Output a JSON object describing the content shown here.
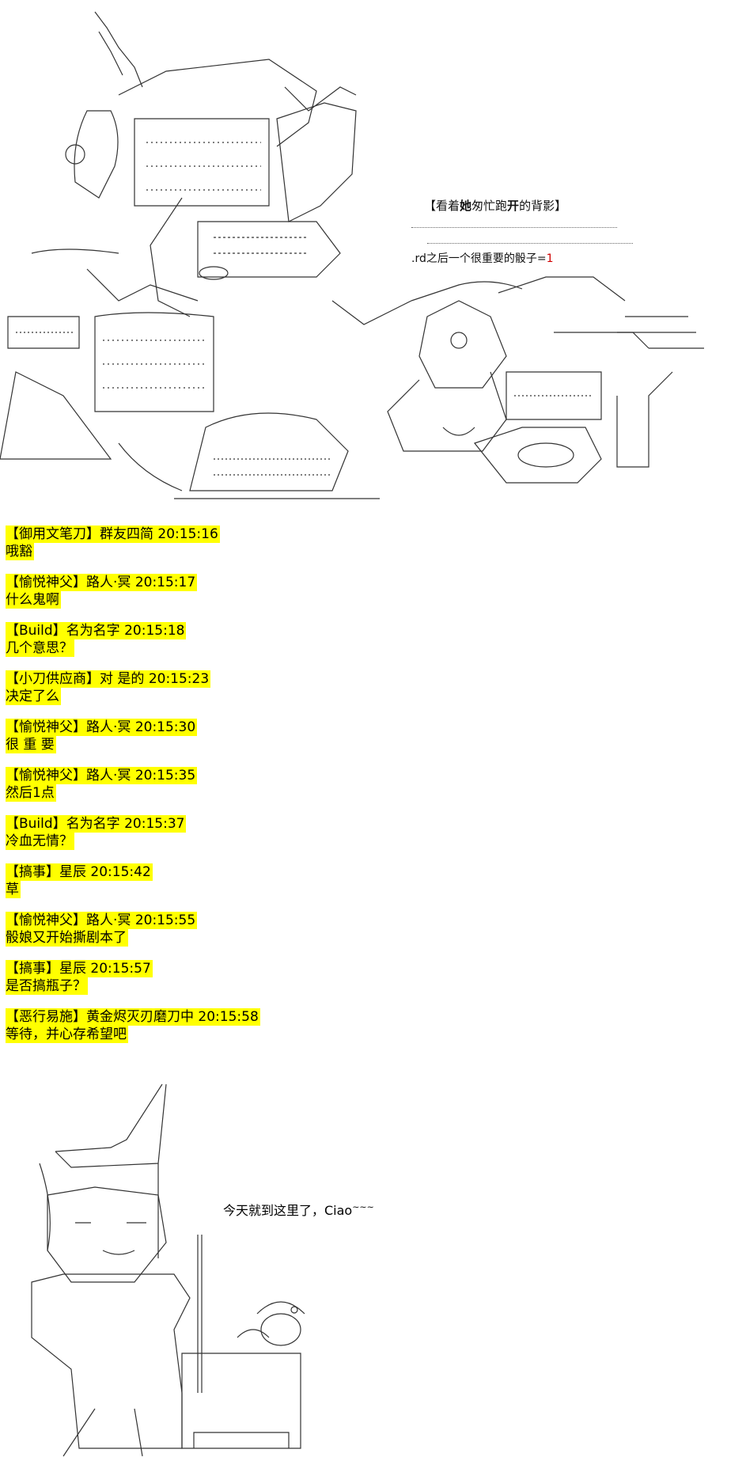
{
  "scene_top": {
    "caption_1": "【看着",
    "caption_1_bold": "她",
    "caption_1_mid": "匆忙跑",
    "caption_1_bold2": "开",
    "caption_1_end": "的背影】",
    "caption_2_prefix": ".rd之后一个很重要的骰子=",
    "caption_2_value": "1"
  },
  "chat": [
    {
      "group": "【御用文笔刀】",
      "user": "群友四简",
      "time": "20:15:16",
      "text": "哦豁"
    },
    {
      "group": "【愉悦神父】",
      "user": "路人·冥",
      "time": "20:15:17",
      "text": "什么鬼啊"
    },
    {
      "group": "【Build】",
      "user": "名为名字",
      "time": "20:15:18",
      "text": "几个意思？"
    },
    {
      "group": "【小刀供应商】",
      "user": "对 是的",
      "time": "20:15:23",
      "text": "决定了么"
    },
    {
      "group": "【愉悦神父】",
      "user": "路人·冥",
      "time": "20:15:30",
      "text": "很 重 要"
    },
    {
      "group": "【愉悦神父】",
      "user": "路人·冥",
      "time": "20:15:35",
      "text": "然后1点"
    },
    {
      "group": "【Build】",
      "user": "名为名字",
      "time": "20:15:37",
      "text": "冷血无情？"
    },
    {
      "group": "【搞事】",
      "user": "星辰",
      "time": "20:15:42",
      "text": "草"
    },
    {
      "group": "【愉悦神父】",
      "user": "路人·冥",
      "time": "20:15:55",
      "text": "骰娘又开始撕剧本了"
    },
    {
      "group": "【搞事】",
      "user": "星辰",
      "time": "20:15:57",
      "text": "是否搞瓶子？"
    },
    {
      "group": "【恶行易施】",
      "user": "黄金烬灭刃磨刀中",
      "time": "20:15:58",
      "text": "等待，并心存希望吧"
    }
  ],
  "closing": {
    "text": "今天就到这里了，Ciao",
    "suffix": "~~~"
  },
  "colors": {
    "highlight": "#ffff00",
    "dice_value": "#d00000"
  }
}
